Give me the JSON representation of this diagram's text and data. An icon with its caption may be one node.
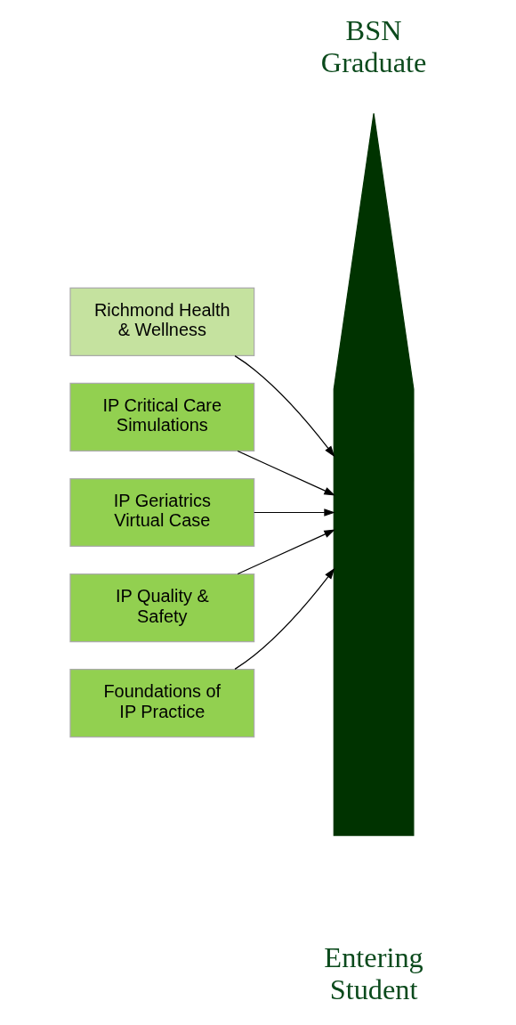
{
  "diagram": {
    "nodes": [
      {
        "text": [
          "Richmond Health & Wellness"
        ]
      },
      {
        "text": [
          "IP Critical Care Simulations"
        ]
      },
      {
        "text": [
          "IP Geriatrics Virtual Case"
        ]
      },
      {
        "text": [
          "IP Quality & Safety"
        ]
      },
      {
        "text": [
          "Foundations of IP Practice"
        ]
      },
      {
        "text": [],
        "shape": "arrow"
      }
    ],
    "edges": [
      {
        "from": 0,
        "to": 5,
        "arrow": "to"
      },
      {
        "from": 1,
        "to": 5,
        "arrow": "to"
      },
      {
        "from": 2,
        "to": 5,
        "arrow": "to"
      },
      {
        "from": 3,
        "to": 5,
        "arrow": "to"
      },
      {
        "from": 4,
        "to": 5,
        "arrow": "to"
      }
    ],
    "labels": [
      "BSN Graduate",
      "Entering Student"
    ]
  }
}
